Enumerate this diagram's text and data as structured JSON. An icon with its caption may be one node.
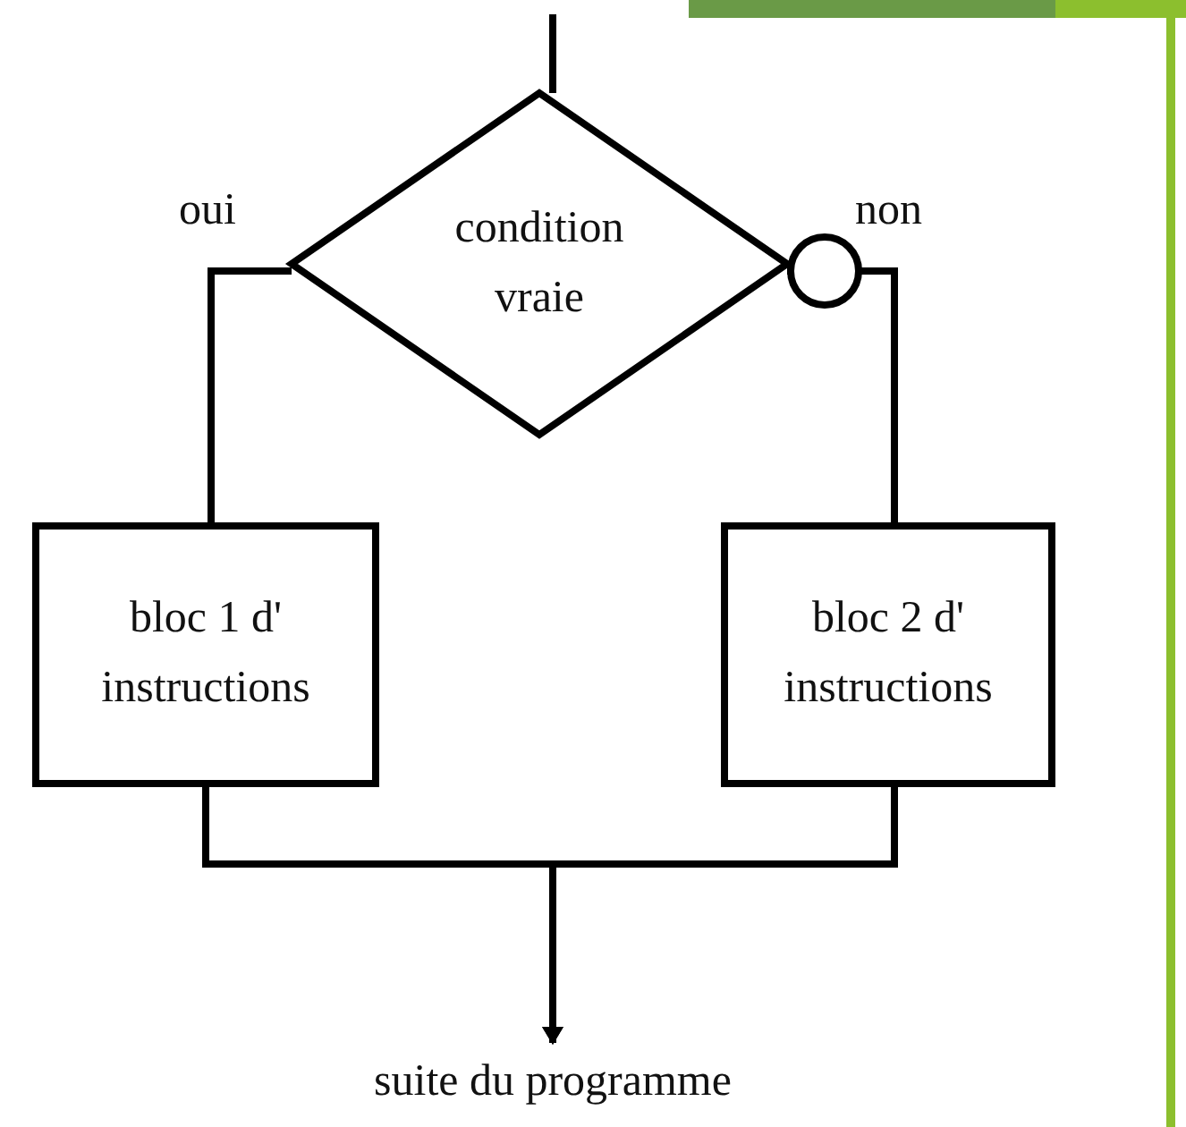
{
  "diagram": {
    "nodes": [
      {
        "text": [
          "condition vraie"
        ]
      },
      {
        "text": [
          "bloc 1 d' instructions"
        ]
      },
      {
        "text": [
          "bloc 2 d' instructions"
        ]
      },
      {
        "text": [
          "suite du programme"
        ]
      }
    ],
    "edges": [
      {
        "from": null,
        "to": 0,
        "arrow": "none"
      },
      {
        "from": 0,
        "to": 1,
        "arrow": "none",
        "label": "oui"
      },
      {
        "from": 0,
        "to": 2,
        "arrow": "other",
        "label": "non"
      },
      {
        "from": 1,
        "to": 3,
        "arrow": "to"
      },
      {
        "from": 2,
        "to": 3,
        "arrow": "to"
      }
    ]
  }
}
